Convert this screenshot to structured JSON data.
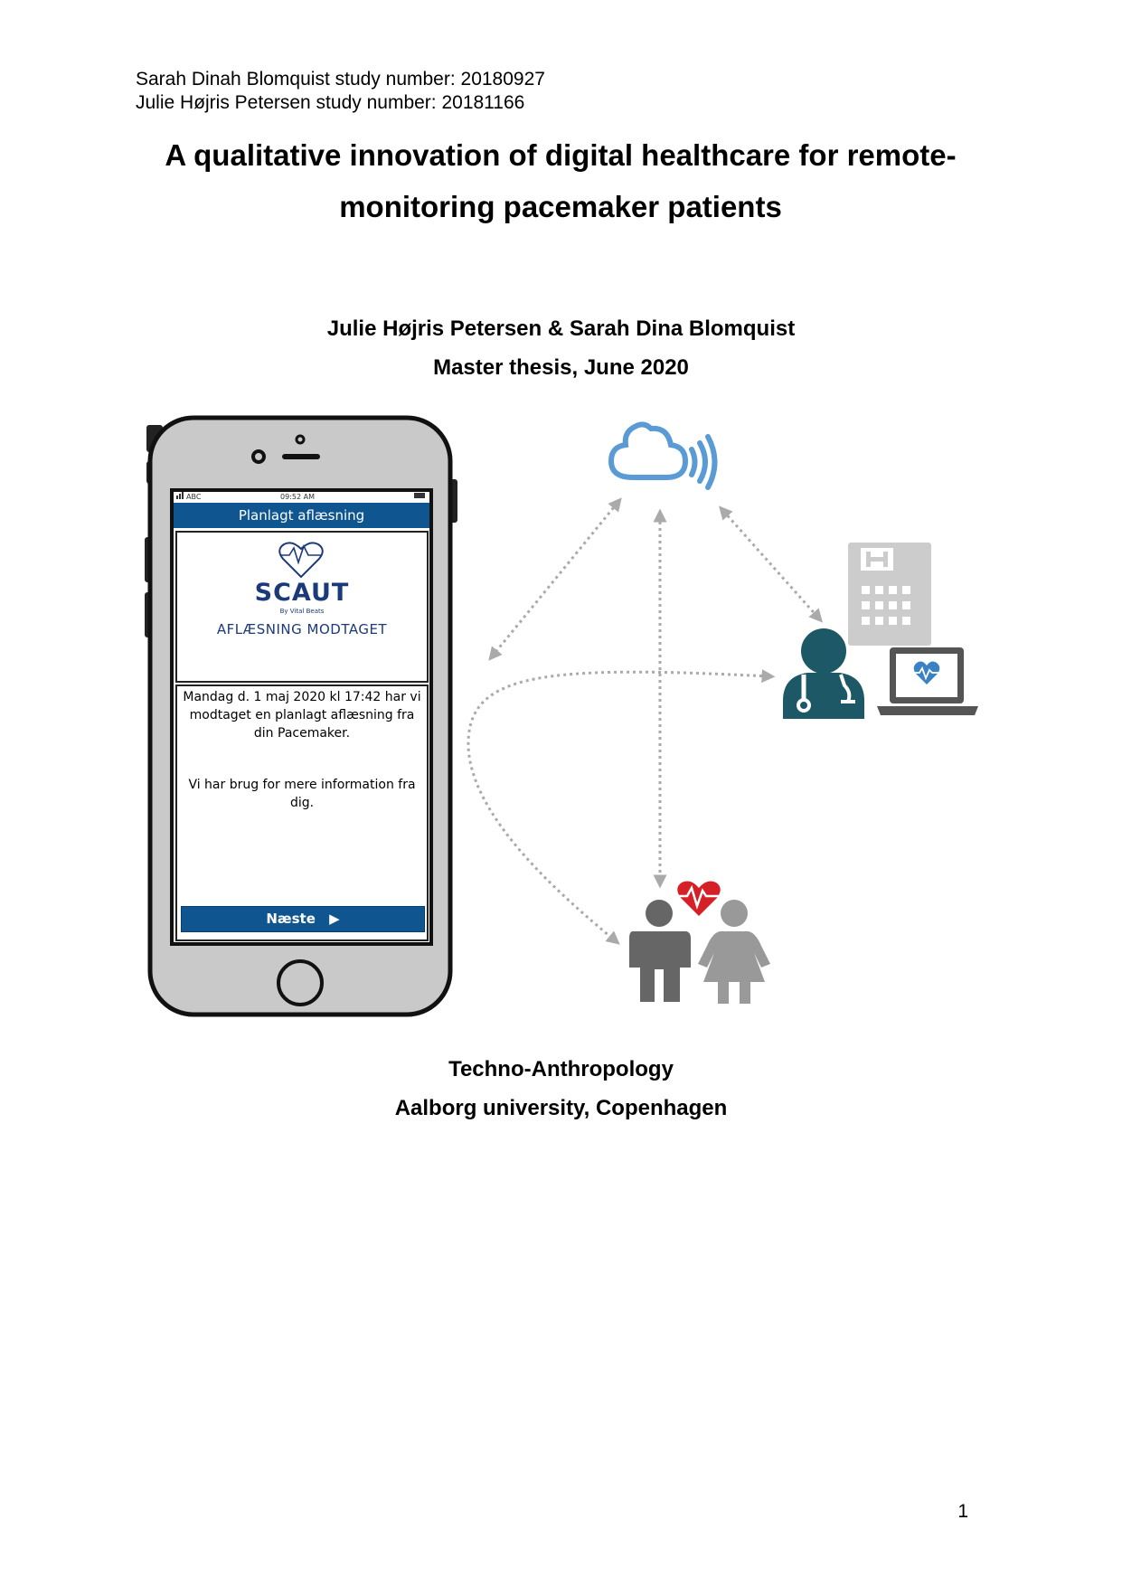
{
  "header": {
    "line1": "Sarah Dinah Blomquist study number: 20180927",
    "line2": "Julie Højris Petersen study number: 20181166"
  },
  "title": {
    "line1": "A qualitative innovation of digital healthcare for remote-",
    "line2": "monitoring pacemaker patients"
  },
  "authors": "Julie Højris Petersen & Sarah Dina Blomquist",
  "subtitle": "Master thesis, June 2020",
  "phone": {
    "status_carrier": "ABC",
    "status_time": "09:52 AM",
    "app_header": "Planlagt aflæsning",
    "brand": "SCAUT",
    "brand_sub": "By Vital Beats",
    "received": "AFLÆSNING MODTAGET",
    "message1": "Mandag d. 1 maj 2020 kl 17:42 har vi modtaget en planlagt aflæsning fra din Pacemaker.",
    "message2": "Vi har brug for mere information fra dig.",
    "next_button": "Næste"
  },
  "icons": [
    "cloud-wireless-icon",
    "hospital-icon",
    "doctor-icon",
    "laptop-heart-icon",
    "patients-heart-icon"
  ],
  "colors": {
    "app_blue": "#0f5590",
    "cloud_blue": "#5b9bd5",
    "doctor_teal": "#1d5866",
    "heart_red": "#d62027",
    "grey": "#777777"
  },
  "footer": {
    "line1": "Techno-Anthropology",
    "line2": "Aalborg university, Copenhagen"
  },
  "page_number": "1"
}
